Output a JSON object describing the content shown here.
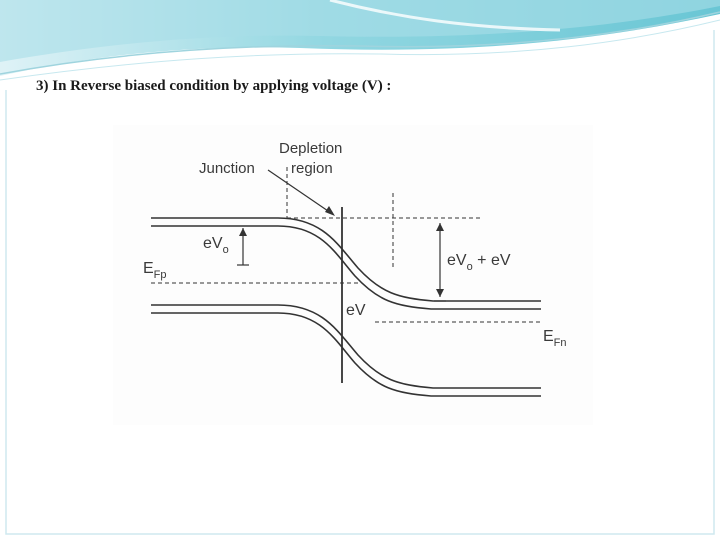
{
  "slide": {
    "heading": "3) In Reverse biased condition by applying voltage (V) :"
  },
  "diagram": {
    "labels": {
      "depletion_line1": "Depletion",
      "depletion_line2": "region",
      "junction": "Junction",
      "eVo_base": "eV",
      "eVo_sub": "o",
      "efp_base": "E",
      "efp_sub": "Fp",
      "eVo_plus_eV_a": "eV",
      "eVo_plus_eV_sub": "o",
      "eVo_plus_eV_b": " + eV",
      "eV": "eV",
      "efn_base": "E",
      "efn_sub": "Fn"
    }
  },
  "colors": {
    "header_teal": "#5fc3d2",
    "header_light": "#bfe6ee",
    "line_dark": "#333333"
  }
}
